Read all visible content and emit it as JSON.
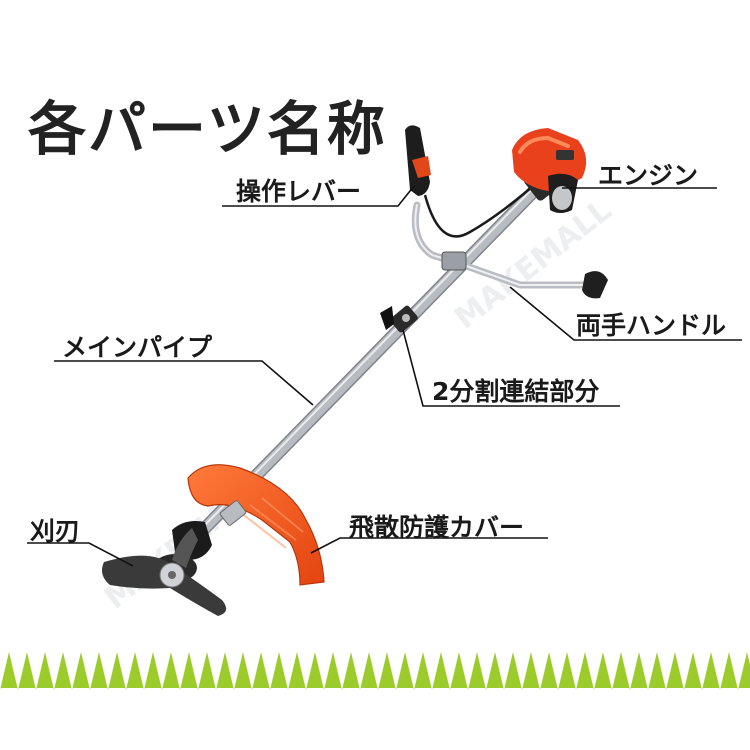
{
  "title": "各パーツ名称",
  "labels": {
    "operation_lever": "操作レバー",
    "engine": "エンジン",
    "handle": "両手ハンドル",
    "main_pipe": "メインパイプ",
    "joint": "2分割連結部分",
    "cover": "飛散防護カバー",
    "blade": "刈刃"
  },
  "watermark": "MAKEMALL",
  "colors": {
    "grass": "#9ccc2c",
    "engine": "#e8411c",
    "pipe": "#c9ccd0",
    "line": "#111111"
  }
}
